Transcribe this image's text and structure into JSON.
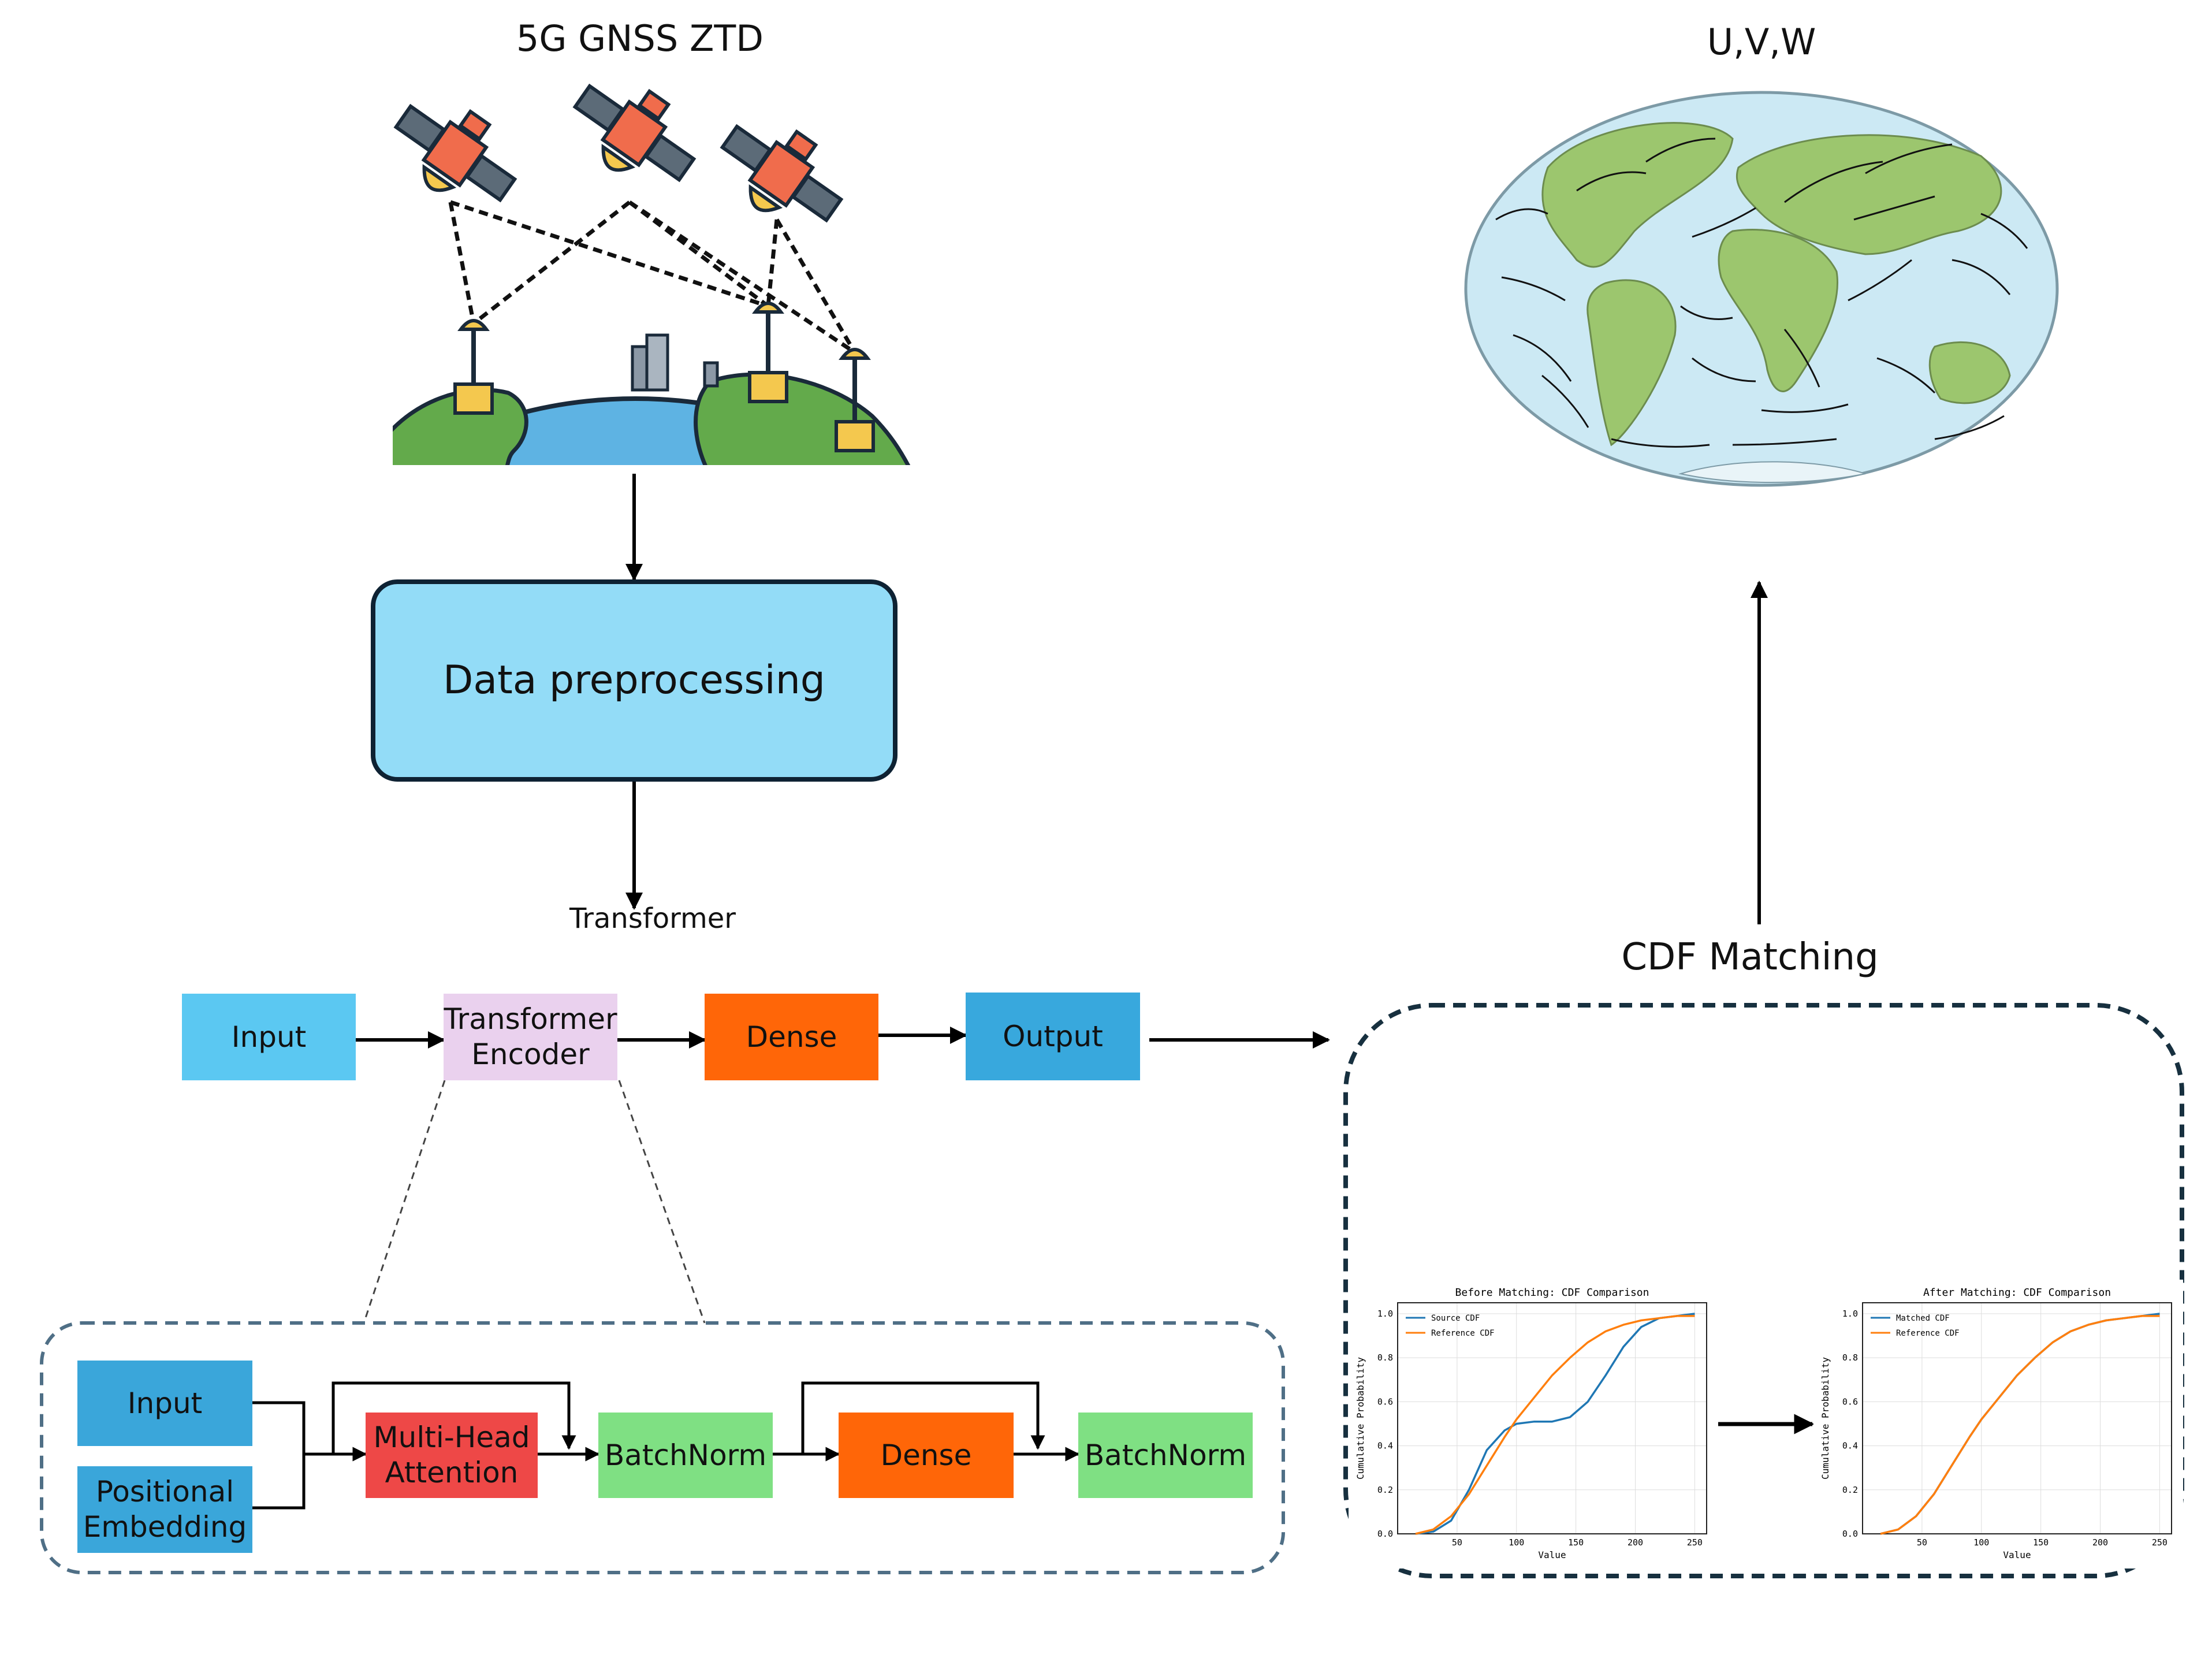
{
  "labels": {
    "gnss_title": "5G GNSS ZTD",
    "uvw_title": "U,V,W",
    "preprocessing": "Data preprocessing",
    "transformer": "Transformer",
    "cdf_title": "CDF Matching"
  },
  "transformer_pipeline": {
    "input": "Input",
    "encoder": "Transformer\nEncoder",
    "dense": "Dense",
    "output": "Output"
  },
  "encoder_detail": {
    "input": "Input",
    "positional_embedding": "Positional\nEmbedding",
    "attention": "Multi-Head\nAttention",
    "batchnorm_1": "BatchNorm",
    "dense": "Dense",
    "batchnorm_2": "BatchNorm"
  },
  "colors": {
    "input_blue": "#5bc8f2",
    "encoder_pink": "#ead1ee",
    "dense_orange": "#ff6608",
    "output_blue": "#38a8dd",
    "detail_input_blue": "#3aa6da",
    "attention_red": "#ee4847",
    "batchnorm_green": "#7fe083",
    "preprocessing_fill": "#93dcf7",
    "ocean": "#cce9f4",
    "land": "#9cc66e",
    "series_blue": "#1f77b4",
    "series_orange": "#ff7f0e"
  },
  "icons": [
    "satellite-icon",
    "ground-station-icon",
    "building-icon",
    "earth-icon",
    "world-map-icon",
    "arrow-icon"
  ],
  "chart_data": [
    {
      "type": "line",
      "title": "Before Matching: CDF Comparison",
      "xlabel": "Value",
      "ylabel": "Cumulative Probability",
      "xlim": [
        0,
        260
      ],
      "ylim": [
        0,
        1.05
      ],
      "xticks": [
        "50",
        "100",
        "150",
        "200",
        "250"
      ],
      "yticks": [
        "0.0",
        "0.2",
        "0.4",
        "0.6",
        "0.8",
        "1.0"
      ],
      "grid": true,
      "legend": "top-left",
      "x": [
        15,
        30,
        45,
        60,
        75,
        90,
        100,
        115,
        130,
        145,
        160,
        175,
        190,
        205,
        220,
        235,
        250
      ],
      "series": [
        {
          "name": "Source CDF",
          "values": [
            0.0,
            0.01,
            0.06,
            0.2,
            0.38,
            0.47,
            0.5,
            0.51,
            0.51,
            0.53,
            0.6,
            0.72,
            0.85,
            0.94,
            0.98,
            0.99,
            1.0
          ]
        },
        {
          "name": "Reference CDF",
          "values": [
            0.0,
            0.02,
            0.08,
            0.18,
            0.31,
            0.44,
            0.52,
            0.62,
            0.72,
            0.8,
            0.87,
            0.92,
            0.95,
            0.97,
            0.98,
            0.99,
            0.99
          ]
        }
      ]
    },
    {
      "type": "line",
      "title": "After Matching: CDF Comparison",
      "xlabel": "Value",
      "ylabel": "Cumulative Probability",
      "xlim": [
        0,
        260
      ],
      "ylim": [
        0,
        1.05
      ],
      "xticks": [
        "50",
        "100",
        "150",
        "200",
        "250"
      ],
      "yticks": [
        "0.0",
        "0.2",
        "0.4",
        "0.6",
        "0.8",
        "1.0"
      ],
      "grid": true,
      "legend": "top-left",
      "x": [
        15,
        30,
        45,
        60,
        75,
        90,
        100,
        115,
        130,
        145,
        160,
        175,
        190,
        205,
        220,
        235,
        250
      ],
      "series": [
        {
          "name": "Matched CDF",
          "values": [
            0.0,
            0.02,
            0.08,
            0.18,
            0.31,
            0.44,
            0.52,
            0.62,
            0.72,
            0.8,
            0.87,
            0.92,
            0.95,
            0.97,
            0.98,
            0.99,
            1.0
          ]
        },
        {
          "name": "Reference CDF",
          "values": [
            0.0,
            0.02,
            0.08,
            0.18,
            0.31,
            0.44,
            0.52,
            0.62,
            0.72,
            0.8,
            0.87,
            0.92,
            0.95,
            0.97,
            0.98,
            0.99,
            0.99
          ]
        }
      ]
    }
  ]
}
